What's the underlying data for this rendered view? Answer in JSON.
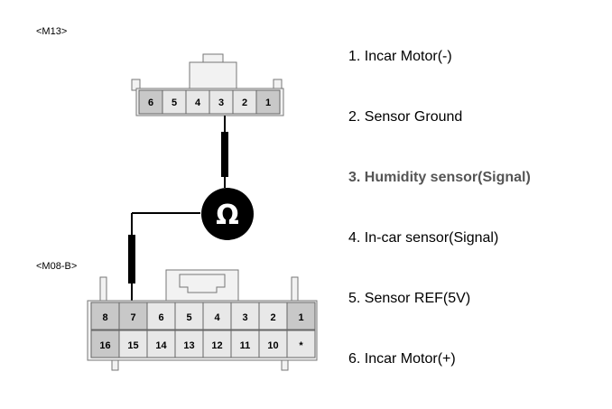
{
  "connectors": {
    "m13": {
      "label": "<M13>",
      "pins": [
        "6",
        "5",
        "4",
        "3",
        "2",
        "1"
      ]
    },
    "m08b": {
      "label": "<M08-B>",
      "top_pins": [
        "8",
        "7",
        "6",
        "5",
        "4",
        "3",
        "2",
        "1"
      ],
      "bottom_pins": [
        "16",
        "15",
        "14",
        "13",
        "12",
        "11",
        "10",
        "*"
      ]
    }
  },
  "meter": {
    "symbol": "Ω"
  },
  "legend": [
    {
      "text": "1. Incar Motor(-)",
      "highlight": false
    },
    {
      "text": "2. Sensor Ground",
      "highlight": false
    },
    {
      "text": "3. Humidity sensor(Signal)",
      "highlight": true
    },
    {
      "text": "4. In-car sensor(Signal)",
      "highlight": false
    },
    {
      "text": "5. Sensor REF(5V)",
      "highlight": false
    },
    {
      "text": "6. Incar Motor(+)",
      "highlight": false
    }
  ],
  "colors": {
    "pin_dark": "#c8c8c8",
    "pin_light": "#e8e8e8",
    "housing": "#f2f2f2",
    "wire": "#000000",
    "highlight_text": "#555555"
  }
}
